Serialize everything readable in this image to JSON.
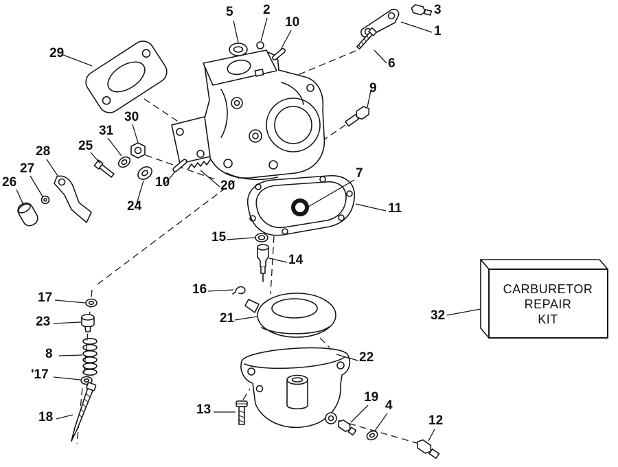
{
  "colors": {
    "background": "#ffffff",
    "line": "#161616"
  },
  "kit_box": {
    "line1": "CARBURETOR",
    "line2": "REPAIR",
    "line3": "KIT"
  },
  "callouts": [
    "5",
    "2",
    "10",
    "3",
    "1",
    "6",
    "9",
    "29",
    "30",
    "31",
    "25",
    "28",
    "27",
    "26",
    "24",
    "10",
    "20",
    "7",
    "11",
    "15",
    "14",
    "16",
    "21",
    "22",
    "13",
    "19",
    "4",
    "12",
    "17",
    "23",
    "8",
    "'17",
    "18",
    "32"
  ]
}
